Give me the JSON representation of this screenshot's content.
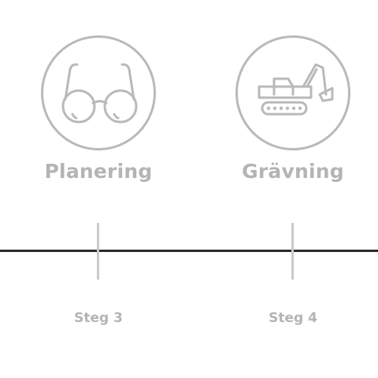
{
  "steps": [
    {
      "title": "Planering",
      "label": "Steg 3",
      "icon": "glasses-icon"
    },
    {
      "title": "Grävning",
      "label": "Steg 4",
      "icon": "excavator-icon"
    }
  ],
  "colors": {
    "icon_gray": "#b9b9b9",
    "text_gray": "#b4b4b4",
    "tick_gray": "#c9c9c9",
    "timeline": "#2a2a2a",
    "background": "#ffffff"
  }
}
